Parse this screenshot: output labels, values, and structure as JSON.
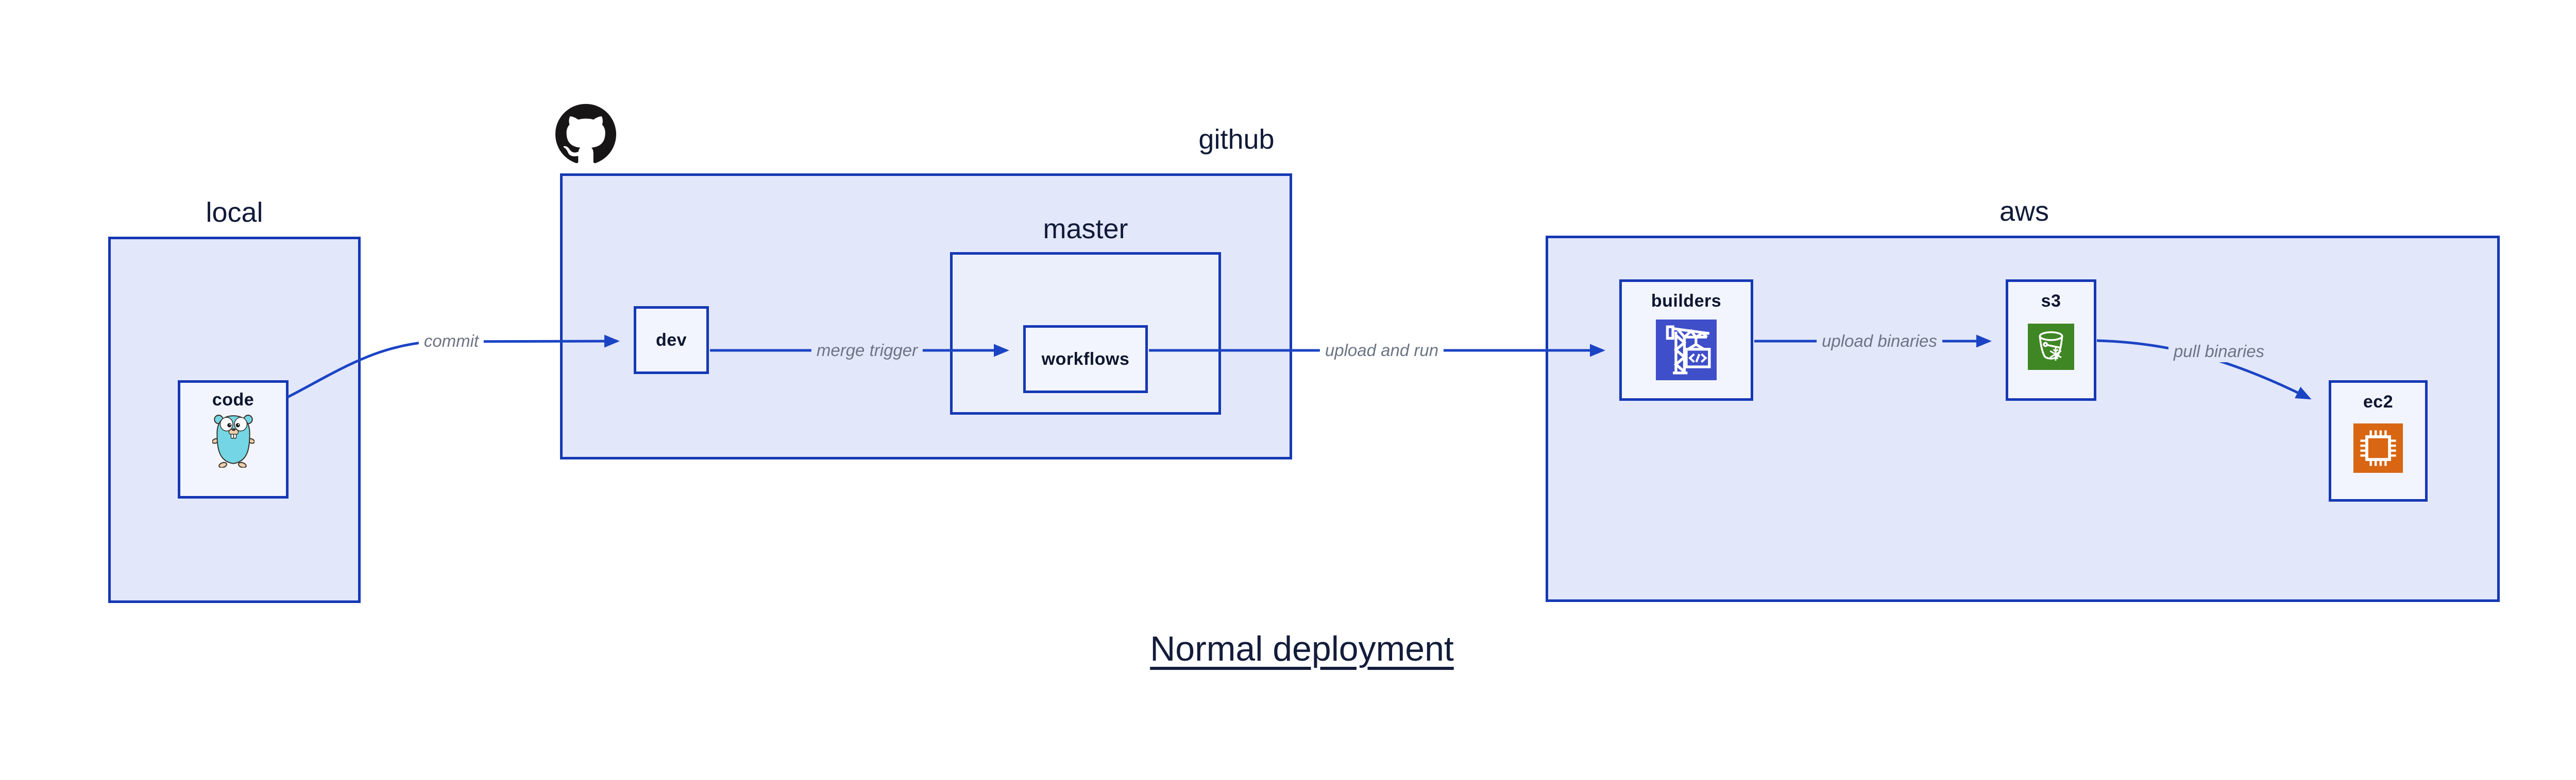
{
  "diagram": {
    "title": "Normal deployment",
    "groups": {
      "local": {
        "label": "local"
      },
      "github": {
        "label": "github",
        "logo": "github-octocat-mark"
      },
      "master": {
        "label": "master"
      },
      "aws": {
        "label": "aws"
      }
    },
    "nodes": {
      "code": {
        "label": "code",
        "icon": "go-gopher"
      },
      "dev": {
        "label": "dev"
      },
      "workflows": {
        "label": "workflows"
      },
      "builders": {
        "label": "builders",
        "icon": "aws-codebuild-crane"
      },
      "s3": {
        "label": "s3",
        "icon": "aws-s3-bucket-snowflake"
      },
      "ec2": {
        "label": "ec2",
        "icon": "aws-ec2-chip"
      }
    },
    "edges": {
      "commit": {
        "label": "commit",
        "from": "code",
        "to": "dev"
      },
      "merge_trigger": {
        "label": "merge trigger",
        "from": "dev",
        "to": "workflows"
      },
      "upload_and_run": {
        "label": "upload and run",
        "from": "workflows",
        "to": "builders"
      },
      "upload_binaries": {
        "label": "upload binaries",
        "from": "builders",
        "to": "s3"
      },
      "pull_binaries": {
        "label": "pull binaries",
        "from": "s3",
        "to": "ec2"
      }
    },
    "colors": {
      "outline": "#1538b4",
      "connector": "#1b44c4",
      "group_fill": "#e2e7fa",
      "subgroup_fill": "#ebeffc",
      "node_fill": "#f2f5fd",
      "section_label": "#111b38",
      "node_label": "#0e1630",
      "edge_label": "#6d7585",
      "github_black": "#171515",
      "gopher_teal": "#74d6e4",
      "codebuild_purple": "#3f4ec9",
      "s3_green": "#3f8624",
      "ec2_orange": "#d86613"
    }
  }
}
